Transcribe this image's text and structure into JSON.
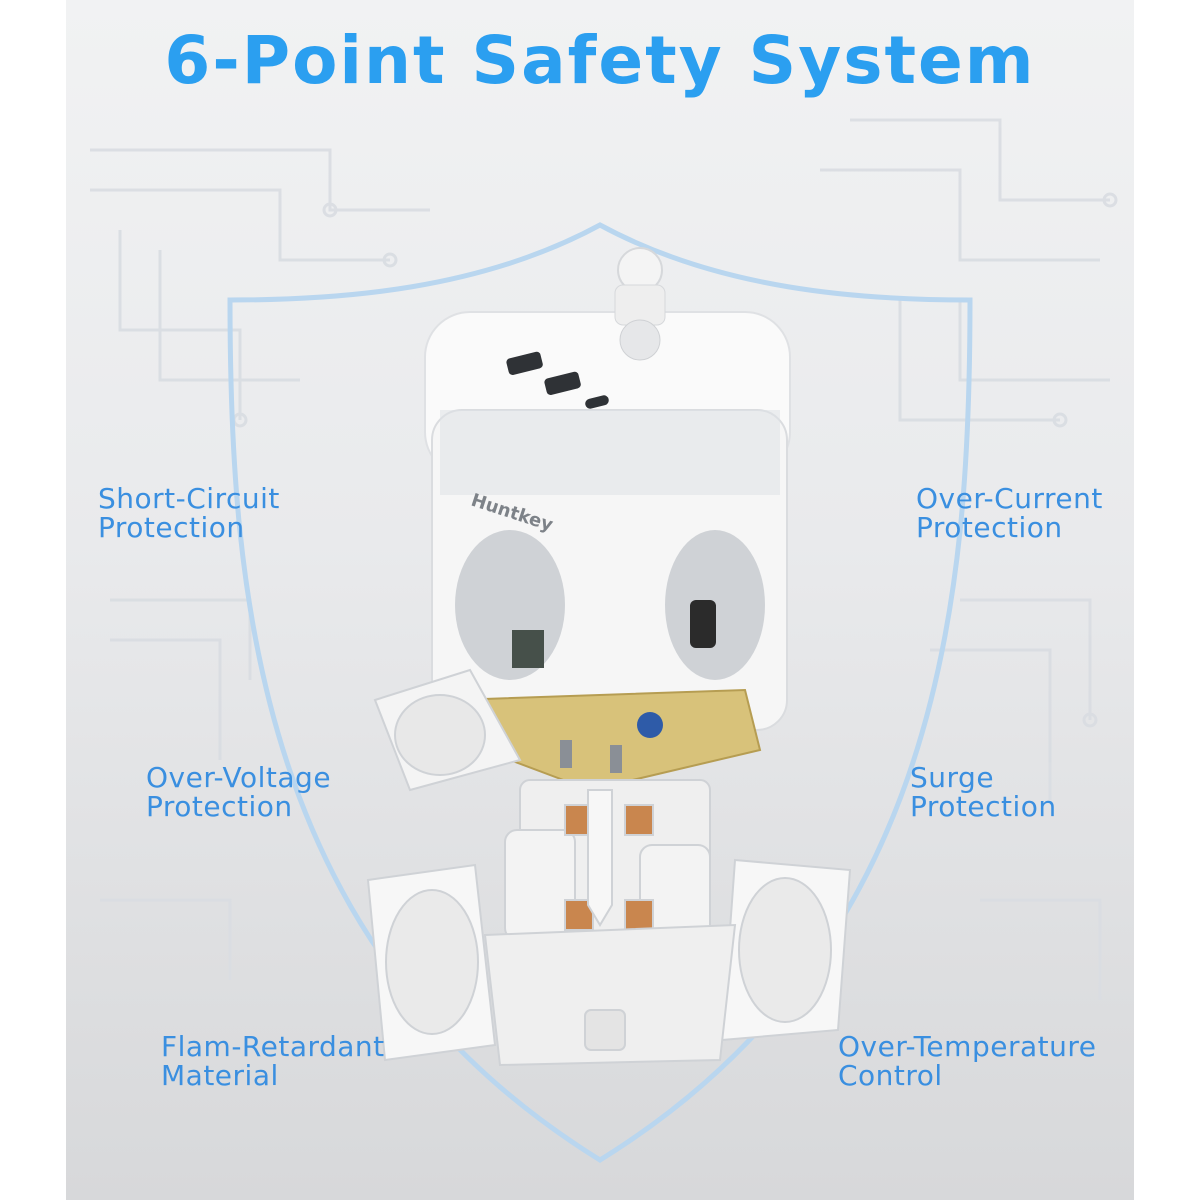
{
  "title": "6-Point Safety System",
  "features": {
    "short_circuit": {
      "line1": "Short-Circuit",
      "line2": "Protection"
    },
    "over_current": {
      "line1": "Over-Current",
      "line2": "Protection"
    },
    "over_voltage": {
      "line1": "Over-Voltage",
      "line2": "Protection"
    },
    "surge": {
      "line1": "Surge",
      "line2": "Protection"
    },
    "flame_retardant": {
      "line1": "Flam-Retardant",
      "line2": "Material"
    },
    "over_temperature": {
      "line1": "Over-Temperature",
      "line2": "Control"
    }
  },
  "product": {
    "brand": "Huntkey"
  },
  "colors": {
    "title": "#2b9ff0",
    "label": "#3a8fe0",
    "shield": "#b9d6ef"
  }
}
